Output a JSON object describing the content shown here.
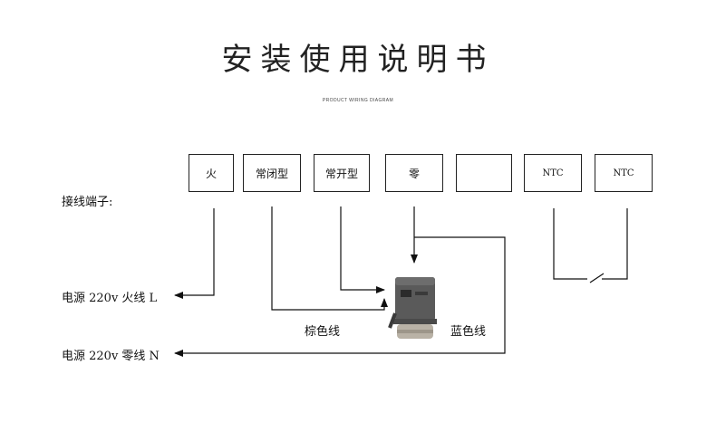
{
  "title": "安装使用说明书",
  "subtitle": "PRODUCT WIRING DIAGRAM",
  "terminal_heading": "接线端子:",
  "terminals": [
    "火",
    "常闭型",
    "常开型",
    "零",
    "",
    "NTC",
    "NTC"
  ],
  "power_live": "电源 220v 火线 L",
  "power_neutral": "电源 220v 零线 N",
  "wire_brown": "棕色线",
  "wire_blue": "蓝色线",
  "colors": {
    "line": "#111111",
    "motor_body": "#5a5a5a",
    "motor_base": "#b9b2a6"
  }
}
